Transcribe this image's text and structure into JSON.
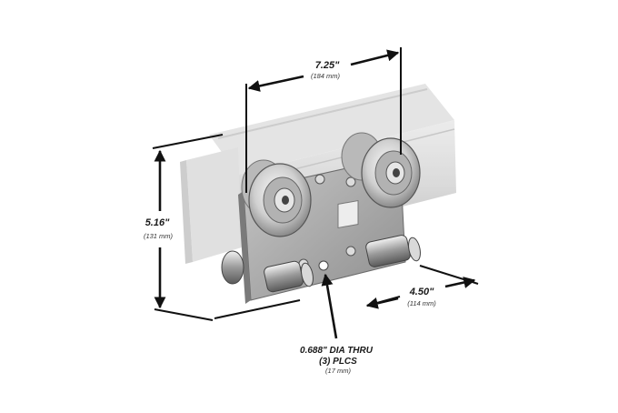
{
  "dimensions": {
    "width": {
      "value": "7.25\"",
      "metric": "(184 mm)"
    },
    "height": {
      "value": "5.16\"",
      "metric": "(131 mm)"
    },
    "depth": {
      "value": "4.50\"",
      "metric": "(114 mm)"
    }
  },
  "callout": {
    "line1": "0.688\" DIA THRU",
    "line2": "(3) PLCS",
    "line3": "(17 mm)"
  }
}
